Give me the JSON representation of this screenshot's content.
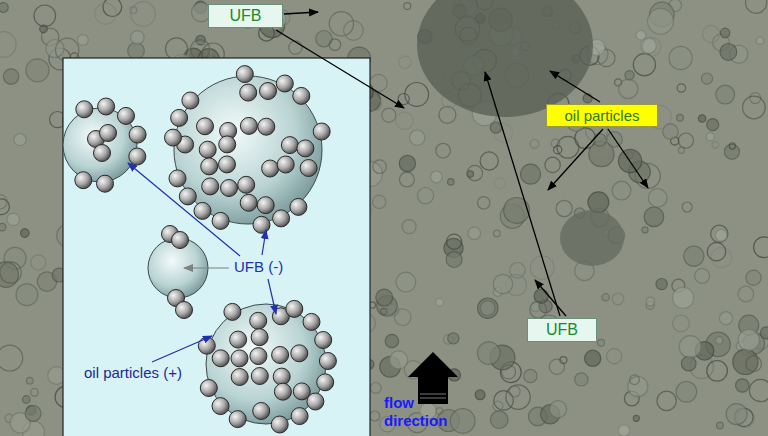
{
  "diagram": {
    "nodes": [
      {
        "text": [
          "UFB"
        ]
      },
      {
        "text": [
          "oil particles"
        ]
      },
      {
        "text": [
          "UFB"
        ]
      }
    ],
    "labels": [
      "UFB (-)",
      "oil particles (+)",
      "flow direction"
    ]
  }
}
